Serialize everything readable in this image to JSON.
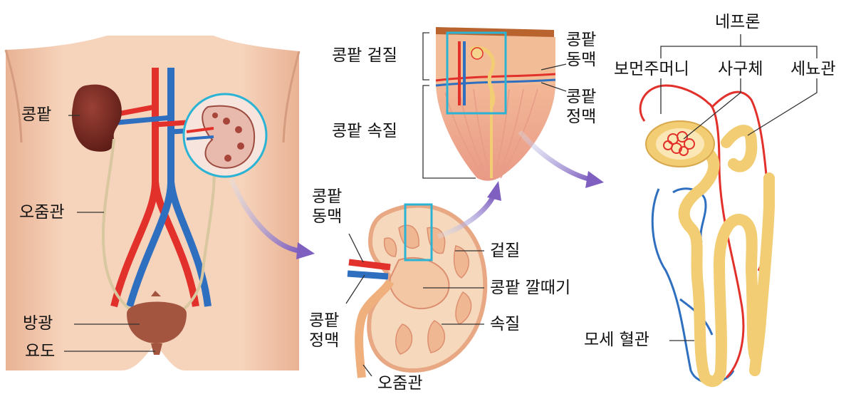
{
  "panels": {
    "body": {
      "labels": {
        "kidney": "콩팥",
        "ureter": "오줌관",
        "bladder": "방광",
        "urethra": "요도"
      }
    },
    "kidney": {
      "labels": {
        "renal_artery": [
          "콩팥",
          "동맥"
        ],
        "renal_vein": [
          "콩팥",
          "정맥"
        ],
        "cortex": "겉질",
        "pelvis": "콩팥  깔때기",
        "medulla": "속질",
        "ureter": "오줌관"
      }
    },
    "tissue": {
      "labels": {
        "cortex": "콩팥  겉질",
        "medulla": "콩팥  속질",
        "artery": [
          "콩팥",
          "동맥"
        ],
        "vein": [
          "콩팥",
          "정맥"
        ]
      }
    },
    "nephron": {
      "labels": {
        "nephron": "네프론",
        "bowman": "보먼주머니",
        "glomerulus": "사구체",
        "tubule": "세뇨관",
        "capillary": "모세  혈관"
      }
    }
  },
  "colors": {
    "artery": "#e2302b",
    "vein": "#2f6fc0",
    "skin": "#f2c4a6",
    "kidney": "#7a2a22",
    "tubule": "#f2cd73",
    "highlight": "#2ab3d4",
    "arrow": "#8c6fc4"
  }
}
